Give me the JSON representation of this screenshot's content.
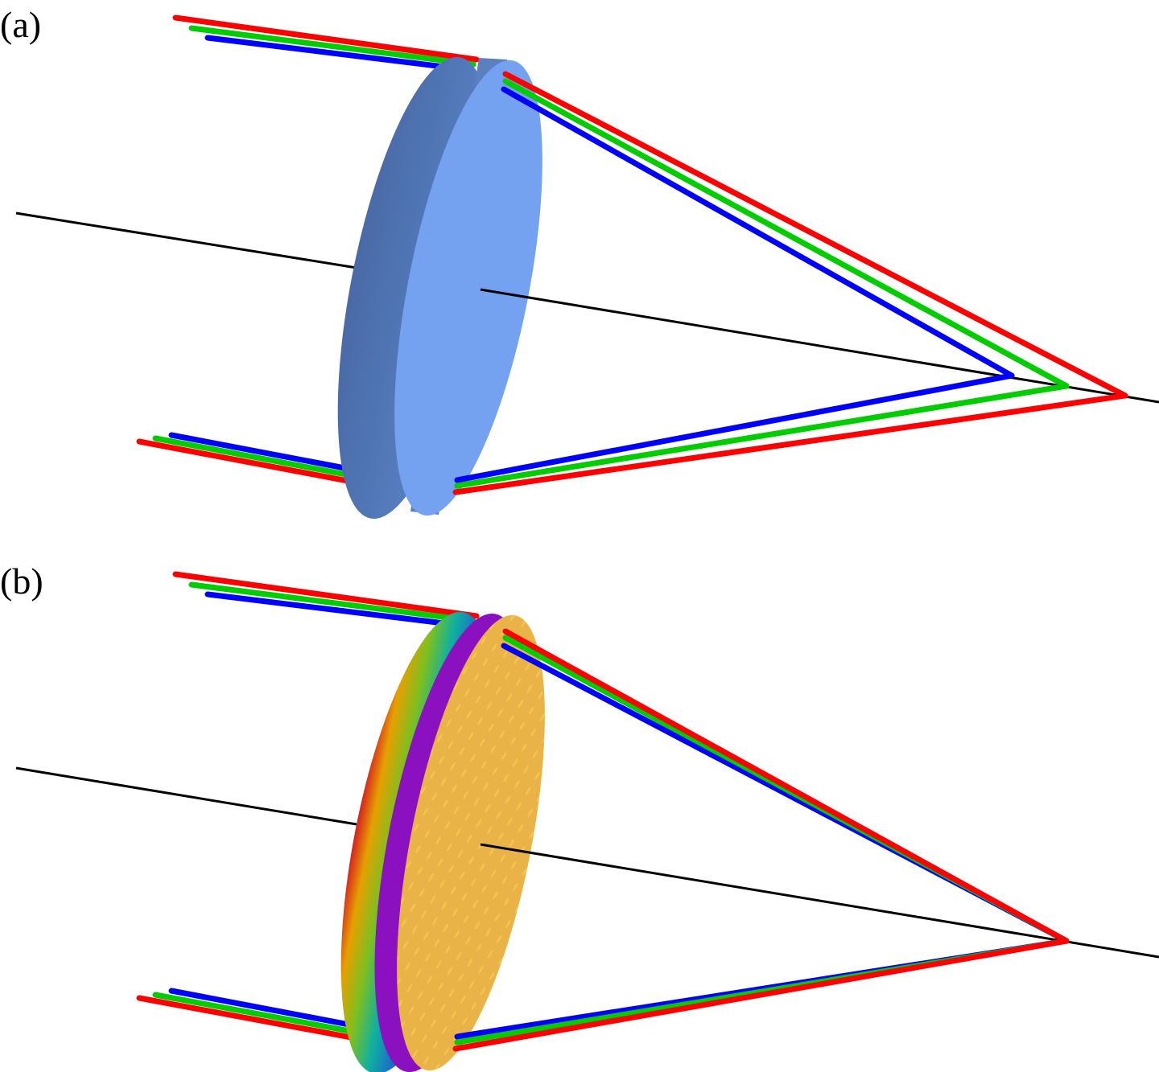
{
  "panels": [
    {
      "label": "(a)",
      "lens_type": "refractive",
      "lens_colors": {
        "edge": "#4f73ad",
        "face": "#74a1f0"
      },
      "focal_points": {
        "blue": [
          1257,
          467
        ],
        "green": [
          1325,
          480
        ],
        "red": [
          1398,
          492
        ]
      }
    },
    {
      "label": "(b)",
      "lens_type": "metalens",
      "lens_colors": {
        "face": "#e9b347",
        "edge_gradient": [
          "#d62020",
          "#e6a000",
          "#7cc020",
          "#10b0a0",
          "#1a6fc8",
          "#3040a8",
          "#8a10c0"
        ]
      },
      "focal_points": {
        "all": [
          1325,
          1170
        ]
      }
    }
  ],
  "ray_colors": {
    "red": "#ff0000",
    "green": "#00cc00",
    "blue": "#0000ff"
  },
  "axis_color": "#000000"
}
